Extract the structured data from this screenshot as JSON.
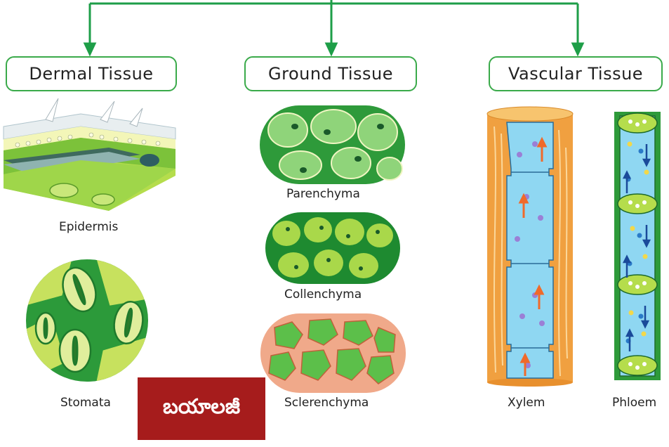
{
  "categories": [
    {
      "label": "Dermal Tissue"
    },
    {
      "label": "Ground Tissue"
    },
    {
      "label": "Vascular Tissue"
    }
  ],
  "captions": {
    "epidermis": "Epidermis",
    "stomata": "Stomata",
    "parenchyma": "Parenchyma",
    "collenchyma": "Collenchyma",
    "sclerenchyma": "Sclerenchyma",
    "xylem": "Xylem",
    "phloem": "Phloem"
  },
  "badge": "బయాలజీ",
  "colors": {
    "connector": "#1e9e48",
    "box_border": "#3aaa4a",
    "badge_bg": "#a61c1c",
    "xylem_wall": "#f0a040",
    "xylem_lumen": "#8fd7f2",
    "phloem_wall": "#2e9a3a"
  }
}
